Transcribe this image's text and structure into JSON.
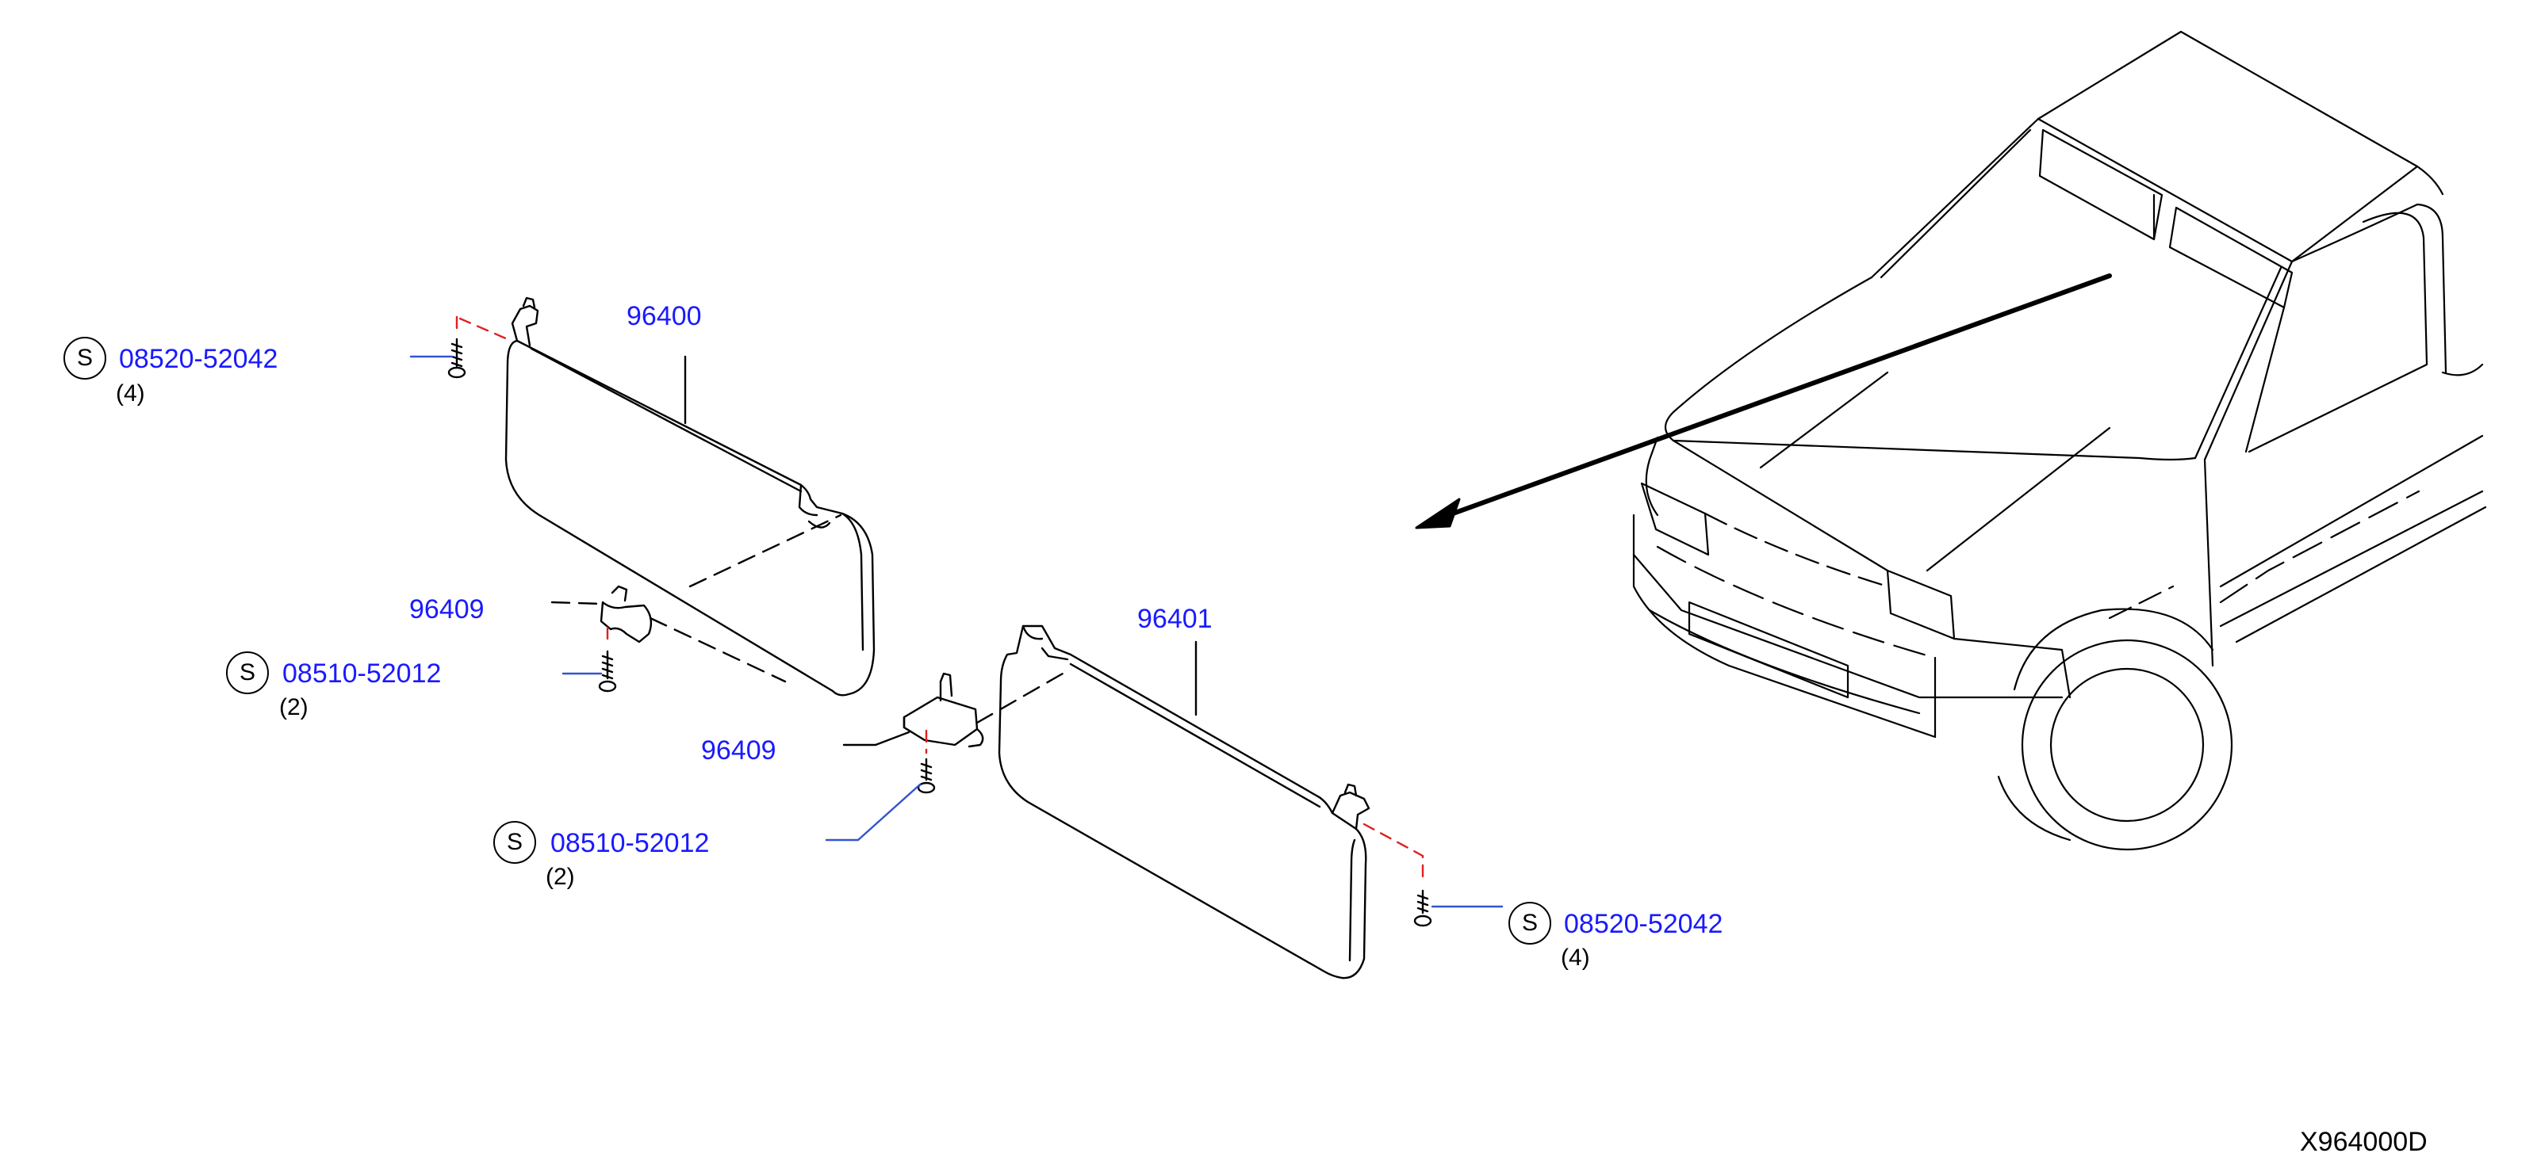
{
  "diagram": {
    "reference_code": "X964000D",
    "standard_symbol": "S",
    "parts": [
      {
        "id": "p1",
        "number": "08520-52042",
        "qty": "(4)",
        "standard": true
      },
      {
        "id": "p2",
        "number": "96400",
        "standard": false
      },
      {
        "id": "p3",
        "number": "96409",
        "standard": false
      },
      {
        "id": "p4",
        "number": "08510-52012",
        "qty": "(2)",
        "standard": true
      },
      {
        "id": "p5",
        "number": "96401",
        "standard": false
      },
      {
        "id": "p6",
        "number": "96409",
        "standard": false
      },
      {
        "id": "p7",
        "number": "08510-52012",
        "qty": "(2)",
        "standard": true
      },
      {
        "id": "p8",
        "number": "08520-52042",
        "qty": "(4)",
        "standard": true
      }
    ]
  }
}
